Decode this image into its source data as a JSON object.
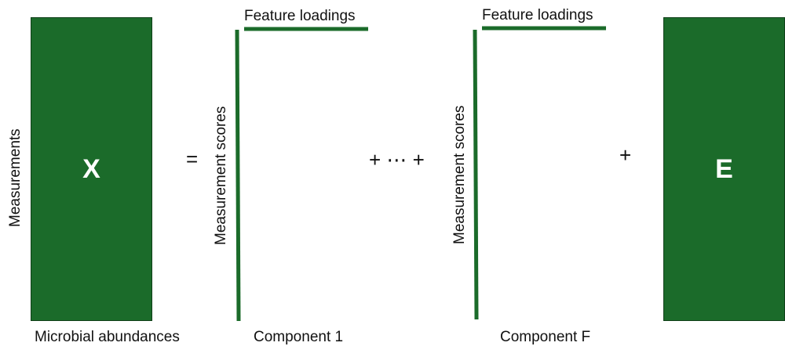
{
  "matrix_x": {
    "letter": "X",
    "color": "#1b6b2a",
    "row_label": "Measurements",
    "caption": "Microbial abundances"
  },
  "equals_sign": "=",
  "component_1": {
    "loadings_label": "Feature loadings",
    "scores_label": "Measurement scores",
    "caption": "Component 1"
  },
  "plus_ellipsis": "+ ⋯ +",
  "component_f": {
    "loadings_label": "Feature loadings",
    "scores_label": "Measurement scores",
    "caption": "Component F"
  },
  "plus_sign": "+",
  "matrix_e": {
    "letter": "E",
    "color": "#1b6b2a"
  }
}
